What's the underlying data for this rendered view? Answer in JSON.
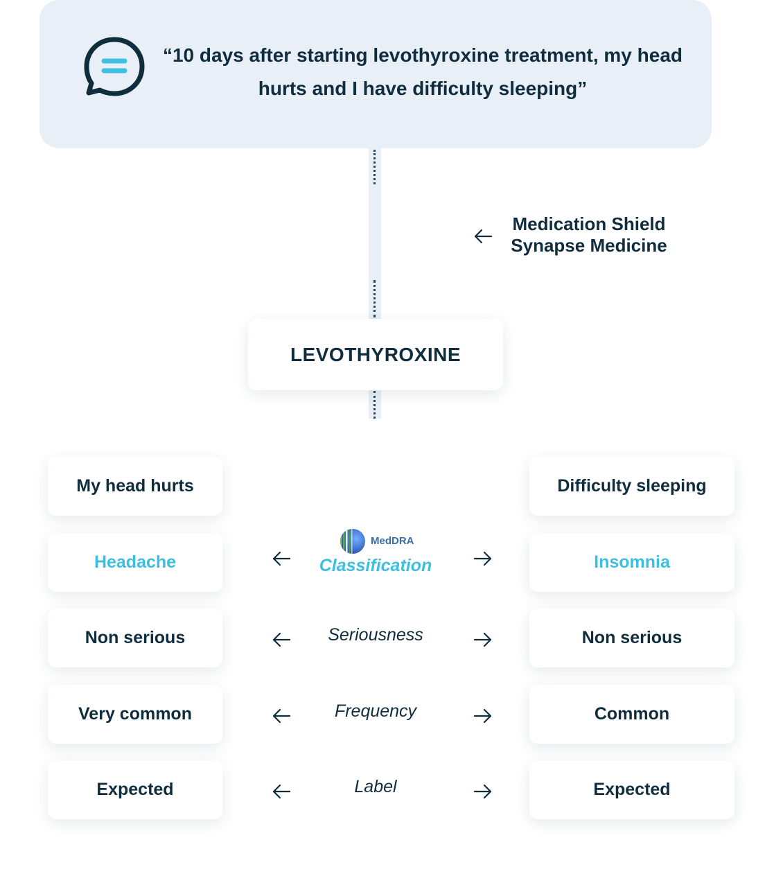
{
  "quote": {
    "text": "“10 days after starting levothyroxine treatment, my head hurts and I have difficulty sleeping”"
  },
  "source": {
    "line1": "Medication Shield",
    "line2": "Synapse Medicine"
  },
  "drug": {
    "name": "LEVOTHYROXINE"
  },
  "meddra": {
    "logo_text": "MedDRA",
    "label": "Classification"
  },
  "rows": [
    {
      "left": "My head hurts",
      "middle": "",
      "right": "Difficulty sleeping"
    },
    {
      "left": "Headache",
      "middle": "Classification",
      "right": "Insomnia"
    },
    {
      "left": "Non serious",
      "middle": "Seriousness",
      "right": "Non serious"
    },
    {
      "left": "Very common",
      "middle": "Frequency",
      "right": "Common"
    },
    {
      "left": "Expected",
      "middle": "Label",
      "right": "Expected"
    }
  ],
  "colors": {
    "primary_text": "#0f2d3d",
    "accent": "#3dbfe0",
    "quote_background": "#e8eff6"
  },
  "icons": {
    "quote": "chat-bubble-icon",
    "arrow_left": "arrow-left-icon",
    "arrow_right": "arrow-right-icon",
    "meddra": "meddra-logo"
  }
}
